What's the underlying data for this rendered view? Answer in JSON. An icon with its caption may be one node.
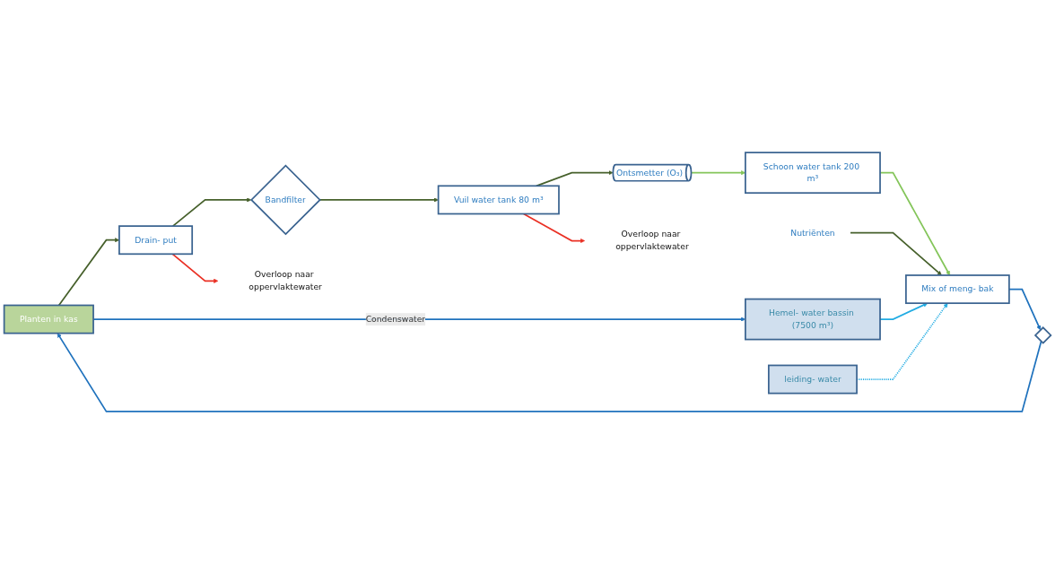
{
  "diagram": {
    "nodes": [
      {
        "text": [
          "Planten in kas"
        ]
      },
      {
        "text": [
          "Drain- put"
        ]
      },
      {
        "text": [
          "Bandfilter"
        ]
      },
      {
        "text": [
          "Vuil water tank 80 m³"
        ]
      },
      {
        "text": [
          "Ontsmetter (O₃)"
        ]
      },
      {
        "text": [
          "Schoon water tank 200 m³"
        ]
      },
      {
        "text": [
          "Mix of meng- bak"
        ]
      },
      {
        "text": [],
        "shape": "diamond"
      },
      {
        "text": [
          "Hemel- water bassin (7500 m³)"
        ]
      },
      {
        "text": [
          "leiding- water"
        ]
      },
      {
        "text": [
          "Nutriënten"
        ]
      },
      {
        "text": [
          "Overloop naar oppervlaktewater"
        ]
      },
      {
        "text": [
          "Overloop naar oppervlaktewater"
        ]
      }
    ],
    "edges": [
      {
        "from": 0,
        "to": 1,
        "arrow": "to",
        "color": "#46602b"
      },
      {
        "from": 1,
        "to": 2,
        "arrow": "to",
        "color": "#46602b"
      },
      {
        "from": 2,
        "to": 3,
        "arrow": "to",
        "color": "#46602b"
      },
      {
        "from": 3,
        "to": 4,
        "arrow": "to",
        "color": "#46602b"
      },
      {
        "from": 4,
        "to": 5,
        "arrow": "to",
        "color": "#84c55a"
      },
      {
        "from": 5,
        "to": 6,
        "arrow": "to",
        "color": "#84c55a"
      },
      {
        "from": 6,
        "to": 7,
        "arrow": "to",
        "color": "#1f72bd"
      },
      {
        "from": 7,
        "to": 0,
        "arrow": "to",
        "color": "#1f72bd"
      },
      {
        "from": 10,
        "to": 6,
        "arrow": "to",
        "color": "#46602b"
      },
      {
        "from": 1,
        "to": 11,
        "arrow": "to",
        "color": "#ea3024"
      },
      {
        "from": 3,
        "to": 12,
        "arrow": "to",
        "color": "#ea3024"
      },
      {
        "from": 0,
        "to": 8,
        "label": "Condenswater",
        "arrow": "to",
        "color": "#1f72bd"
      },
      {
        "from": 8,
        "to": 6,
        "arrow": "to",
        "color": "#22ace3"
      },
      {
        "from": 9,
        "to": 6,
        "arrow": "to",
        "style": "dashed",
        "color": "#22ace3"
      }
    ]
  }
}
